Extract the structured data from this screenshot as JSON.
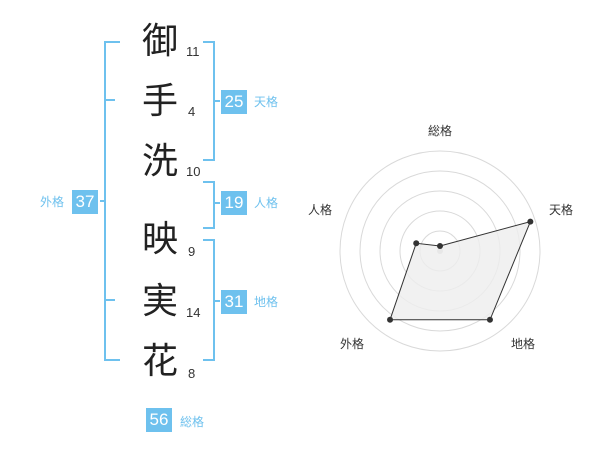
{
  "name": {
    "chars": [
      {
        "char": "御",
        "strokes": "11"
      },
      {
        "char": "手",
        "strokes": "4"
      },
      {
        "char": "洗",
        "strokes": "10"
      },
      {
        "char": "映",
        "strokes": "9"
      },
      {
        "char": "実",
        "strokes": "14"
      },
      {
        "char": "花",
        "strokes": "8"
      }
    ]
  },
  "kakusu": {
    "tenkaku": {
      "value": "25",
      "label": "天格"
    },
    "jinkaku": {
      "value": "19",
      "label": "人格"
    },
    "chikaku": {
      "value": "31",
      "label": "地格"
    },
    "gaikaku": {
      "value": "37",
      "label": "外格"
    },
    "soukaku": {
      "value": "56",
      "label": "総格"
    }
  },
  "colors": {
    "accent": "#6ec1ee",
    "text": "#222222",
    "radar_fill": "#ededed",
    "radar_line": "#333333",
    "grid": "#d9d9d9"
  },
  "chart_data": {
    "type": "radar",
    "axes": [
      "総格",
      "天格",
      "地格",
      "外格",
      "人格"
    ],
    "values": [
      0.05,
      0.95,
      0.85,
      0.85,
      0.25
    ],
    "rings": 5
  }
}
